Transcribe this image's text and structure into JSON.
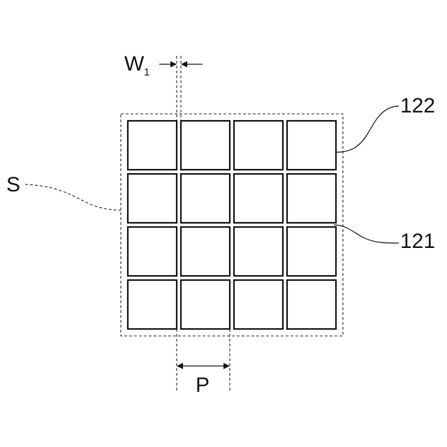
{
  "labels": {
    "width": "W",
    "width_sub": "1",
    "pitch": "P",
    "region": "S",
    "ref_outer": "122",
    "ref_inner": "121"
  },
  "grid": {
    "rows": 4,
    "cols": 4
  },
  "colors": {
    "stroke": "#111111",
    "background": "#ffffff"
  }
}
